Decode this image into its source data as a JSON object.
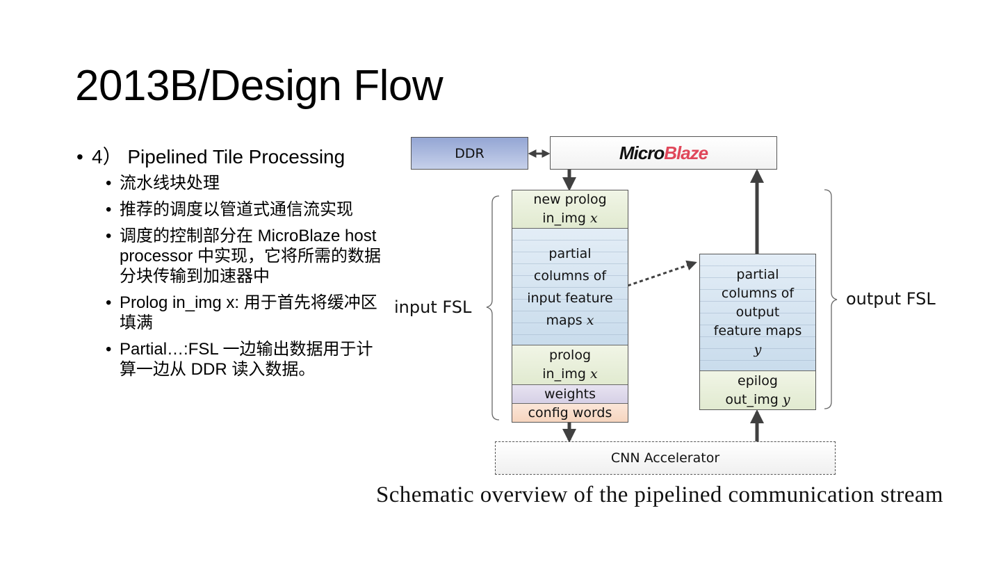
{
  "slide": {
    "title": "2013B/Design Flow",
    "bullet": "4） Pipelined Tile Processing",
    "sub_bullets": [
      "流水线块处理",
      "推荐的调度以管道式通信流实现",
      "调度的控制部分在 MicroBlaze host processor  中实现，它将所需的数据分块传输到加速器中",
      "Prolog in_img x: 用于首先将缓冲区填满",
      "Partial…:FSL 一边输出数据用于计算一边从 DDR 读入数据。"
    ]
  },
  "diagram": {
    "ddr_label": "DDR",
    "microblaze_label_a": "Micro",
    "microblaze_label_b": "Blaze",
    "input_fsl_label": "input FSL",
    "output_fsl_label": "output FSL",
    "input_stack": [
      {
        "line1": "new prolog",
        "line2": "in_img",
        "var": "x",
        "color": "green"
      },
      {
        "line1": "partial",
        "line2": "columns of",
        "line3": "input feature",
        "line4": "maps",
        "var": "x",
        "color": "blue"
      },
      {
        "line1": "prolog",
        "line2": "in_img",
        "var": "x",
        "color": "green"
      },
      {
        "line1": "weights",
        "color": "purple"
      },
      {
        "line1": "config words",
        "color": "orange"
      }
    ],
    "output_stack": [
      {
        "line1": "partial",
        "line2": "columns of",
        "line3": "output",
        "line4": "feature maps",
        "var": "y",
        "color": "blue"
      },
      {
        "line1": "epilog",
        "line2": "out_img",
        "var": "y",
        "color": "green"
      }
    ],
    "accelerator_label": "CNN Accelerator",
    "caption": "Schematic overview of the pipelined communication stream",
    "colors": {
      "ddr": "#a9b7de",
      "green_cell": "#e8efdb",
      "blue_cell": "#d6e4f0",
      "purple_cell": "#dfdaec",
      "orange_cell": "#f8ddca",
      "microblaze_red": "#e0475a",
      "arrow": "#404040"
    }
  }
}
